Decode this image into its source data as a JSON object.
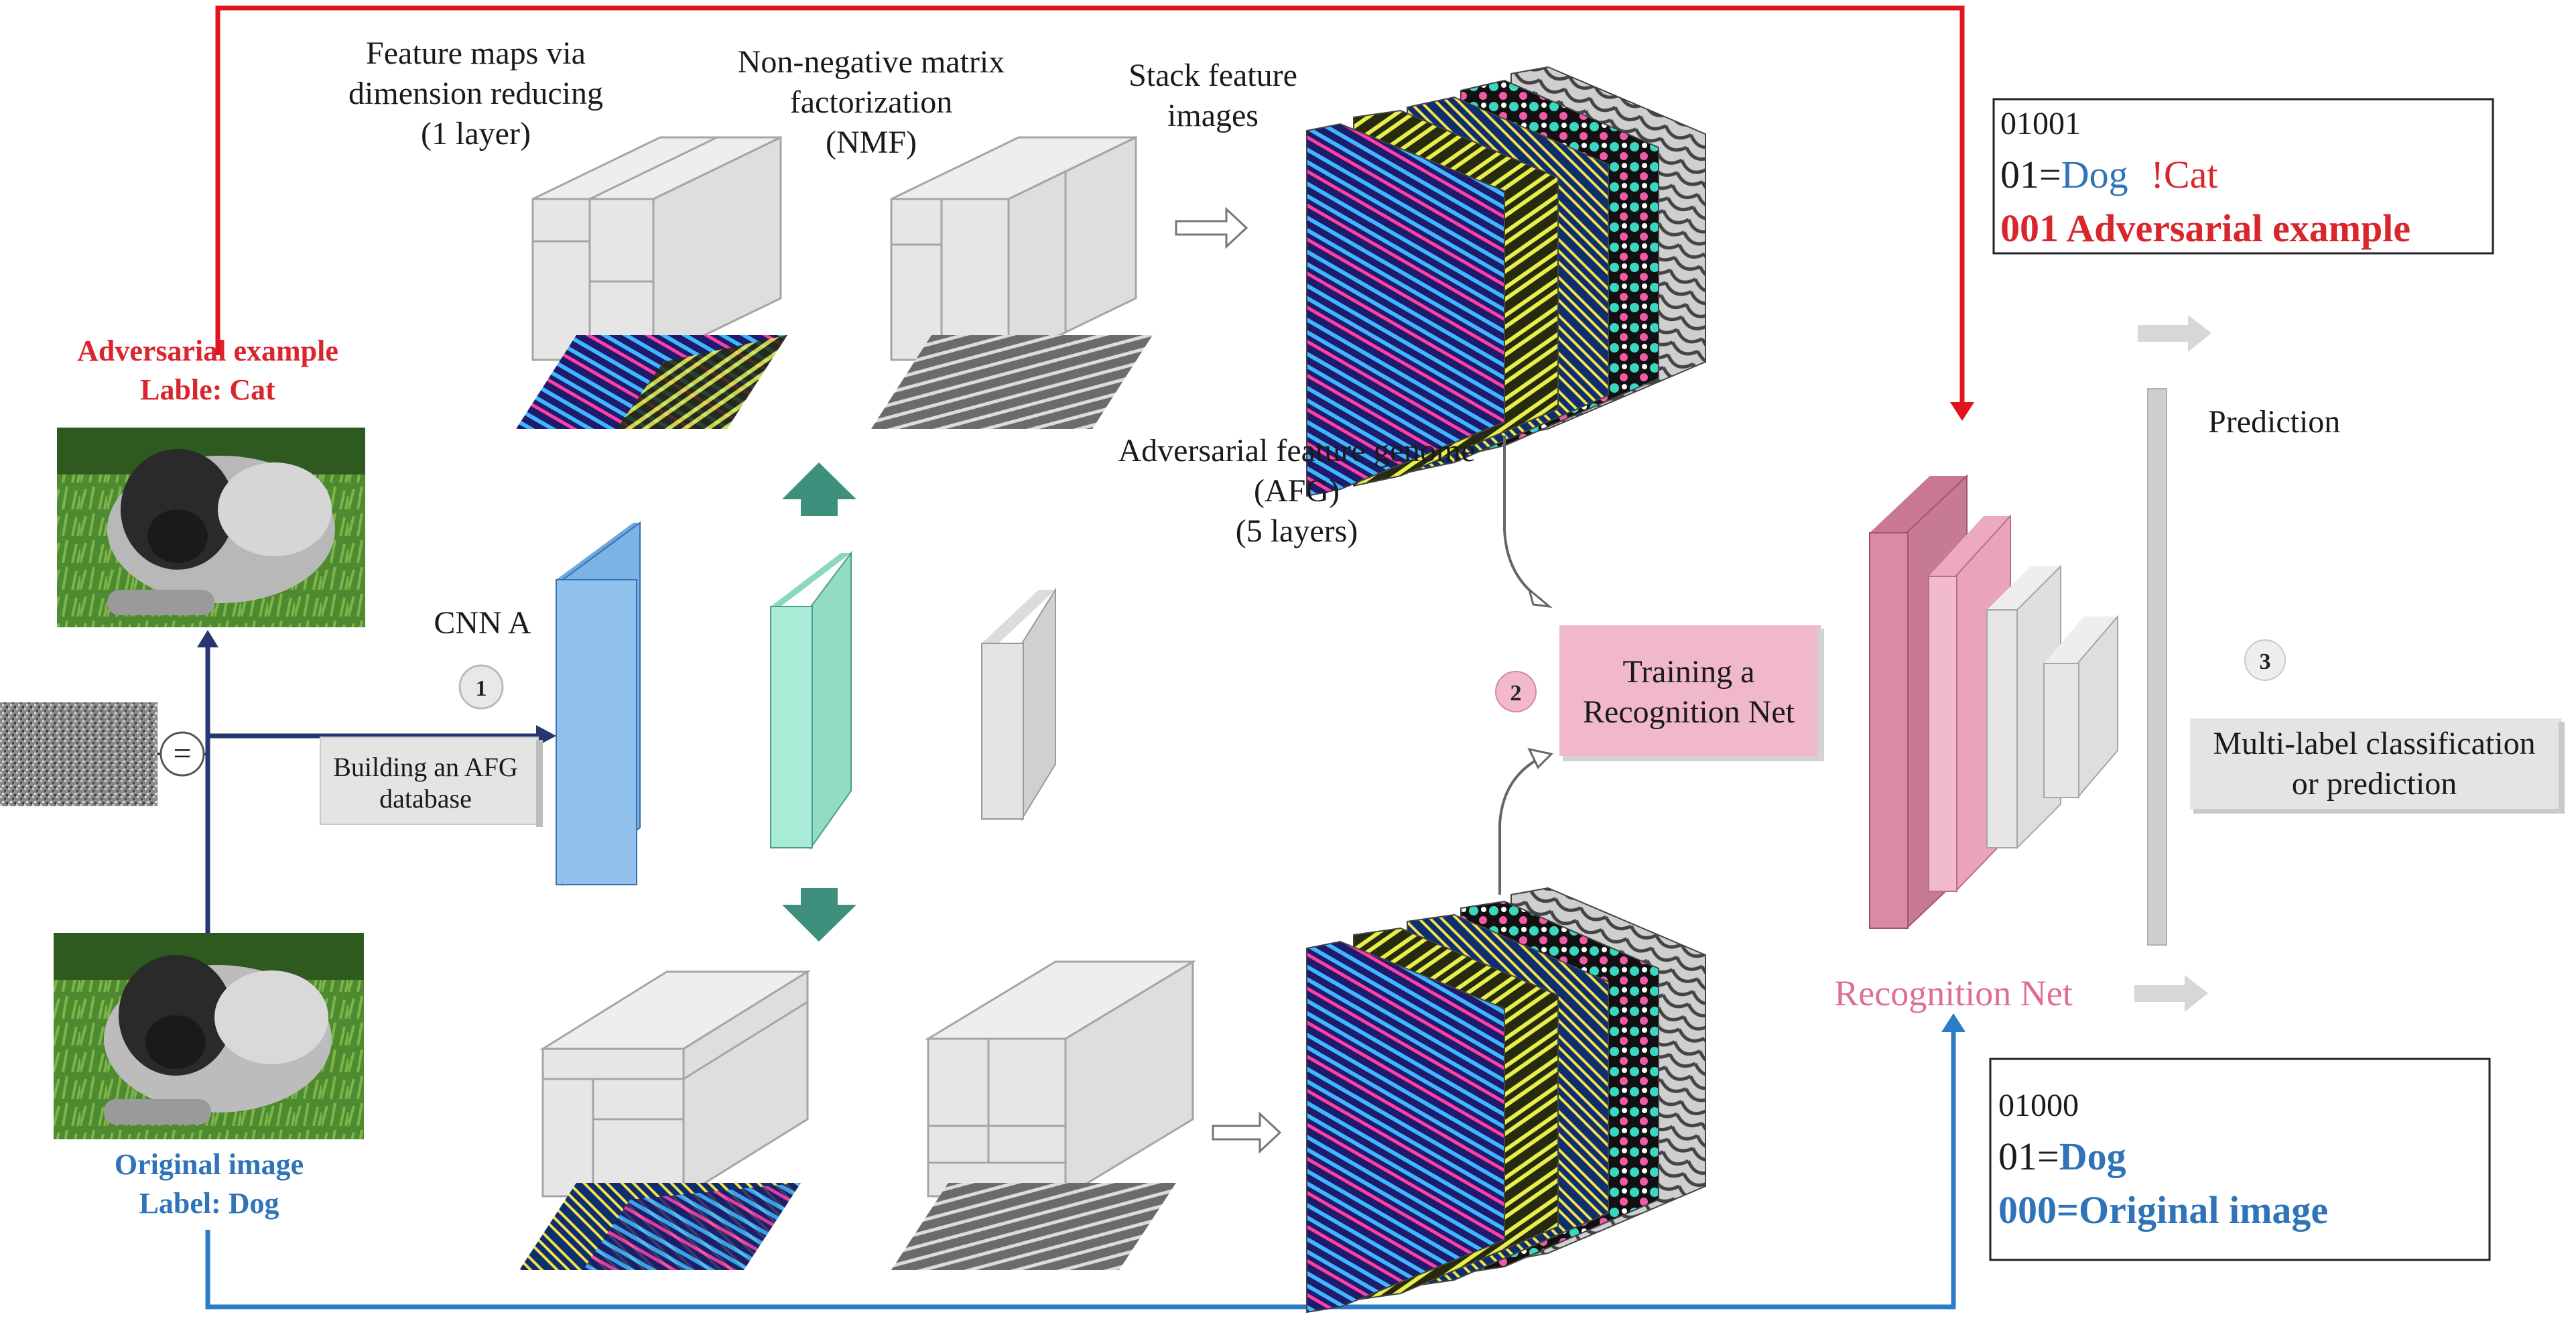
{
  "labels": {
    "adversarial_example": "Adversarial example",
    "adversarial_label": "Lable: Cat",
    "original_image": "Original image",
    "original_label": "Label: Dog",
    "cnn": "CNN A",
    "step1": "1",
    "step2": "2",
    "step3": "3",
    "building_afg_l1": "Building an AFG",
    "building_afg_l2": "database",
    "feature_maps_l1": "Feature maps via",
    "feature_maps_l2": "dimension reducing",
    "feature_maps_l3": "(1 layer)",
    "nmf_l1": "Non-negative matrix",
    "nmf_l2": "factorization",
    "nmf_l3": "(NMF)",
    "stack_l1": "Stack feature",
    "stack_l2": "images",
    "afg_l1": "Adversarial feature genome",
    "afg_l2": "(AFG)",
    "afg_l3": "(5 layers)",
    "training_l1": "Training a",
    "training_l2": "Recognition Net",
    "recognition_net": "Recognition Net",
    "prediction": "Prediction",
    "multilabel_l1": "Multi-label classification",
    "multilabel_l2": "or prediction",
    "circle_op": "="
  },
  "code_box_top": {
    "line1": "01001",
    "line2_prefix": "01=",
    "line2_dog": "Dog",
    "line2_notcat": "!Cat",
    "line3": "001 Adversarial example"
  },
  "code_box_bottom": {
    "line1": "01000",
    "line2_prefix": "01=",
    "line2_dog": "Dog",
    "line3": "000=Original image"
  },
  "colors": {
    "red_arrow": "#e0141c",
    "blue_arrow": "#2a7cc7",
    "navy_arrow": "#27366f",
    "cnn_blue": "#8fc1ec",
    "cnn_cyan": "#a8ecd8",
    "recog_pink": "#d98aa6",
    "teal_arrow": "#3e8f7c"
  }
}
